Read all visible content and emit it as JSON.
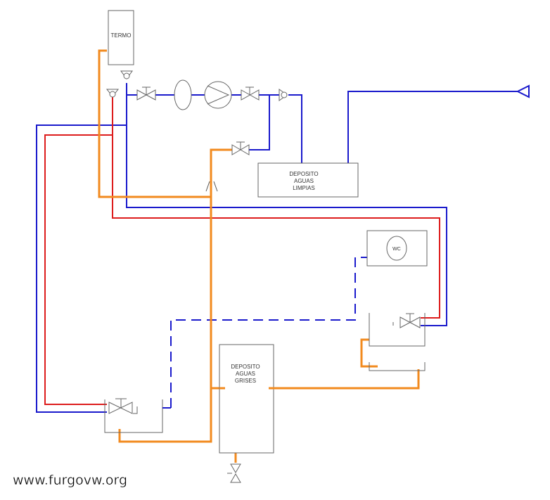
{
  "labels": {
    "termo": "TERMO",
    "clean_tank": [
      "DEPOSITO",
      "AGUAS",
      "LIMPIAS"
    ],
    "grey_tank": [
      "DEPOSITO",
      "AGUAS",
      "GRISES"
    ],
    "wc": "WC"
  },
  "watermark": "www.furgovw.org",
  "colors": {
    "cold_water": "#1a1acc",
    "hot_water": "#dd1c1c",
    "grey_water": "#f28a1e",
    "component_outline": "#666666"
  }
}
